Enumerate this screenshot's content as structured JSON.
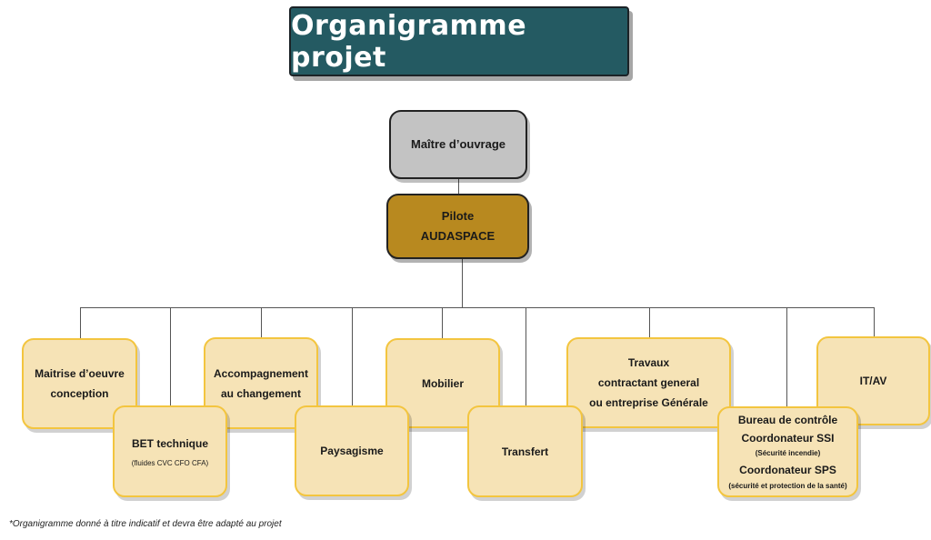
{
  "title": "Organigramme projet",
  "owner": "Maître d’ouvrage",
  "pilot": {
    "line1": "Pilote",
    "line2": "AUDASPACE"
  },
  "units": {
    "maitrise": {
      "line1": "Maitrise d’oeuvre",
      "line2": "conception"
    },
    "bet": {
      "line1": "BET technique",
      "note": "(fluides CVC CFO CFA)"
    },
    "accompagnement": {
      "line1": "Accompagnement",
      "line2": "au changement"
    },
    "paysagisme": "Paysagisme",
    "mobilier": "Mobilier",
    "transfert": "Transfert",
    "travaux": {
      "line1": "Travaux",
      "line2": "contractant general",
      "line3": "ou entreprise Générale"
    },
    "bureau": {
      "line1": "Bureau de contrôle",
      "line2": "Coordonateur SSI",
      "note1": "(Sécurité incendie)",
      "line3": "Coordonateur SPS",
      "note2": "(sécurité et protection de la santé)"
    },
    "itav": "IT/AV"
  },
  "footnote": "*Organigramme donné à titre indicatif et devra être adapté au projet",
  "colors": {
    "title_bg": "#245a62",
    "owner_bg": "#c3c3c3",
    "pilot_bg": "#b8891f",
    "unit_bg": "#f6e3b6",
    "unit_border": "#f3c53f"
  }
}
